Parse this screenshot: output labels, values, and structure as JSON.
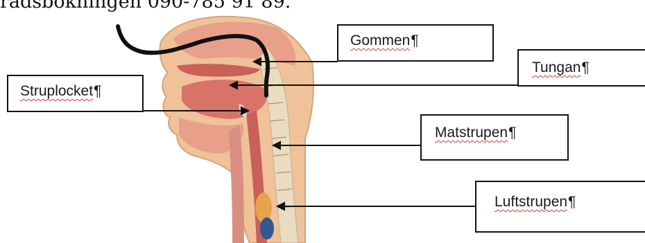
{
  "caption": {
    "text": "rådsbokningen 090-785 91 89."
  },
  "labels": [
    {
      "id": "gommen",
      "text": "Gommen",
      "mark": "¶"
    },
    {
      "id": "tungan",
      "text": "Tungan",
      "mark": "¶"
    },
    {
      "id": "struplocket",
      "text": "Struplocket",
      "mark": "¶"
    },
    {
      "id": "matstrupen",
      "text": "Matstrupen",
      "mark": "¶"
    },
    {
      "id": "luftstrupen",
      "text": "Luftstrupen",
      "mark": "¶"
    }
  ],
  "colors": {
    "tissue": "#e8a08a",
    "muscle": "#c9605a",
    "bone": "#e9dcc0",
    "skin": "#efc29a",
    "line": "#111111",
    "spellcheck": "#d23a3a"
  }
}
